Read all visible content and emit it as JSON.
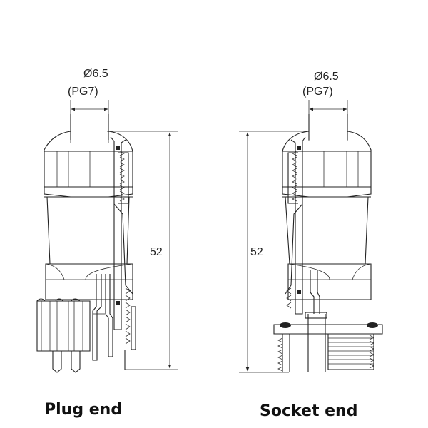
{
  "plug": {
    "diameter_label": "Ø6.5",
    "thread_label": "(PG7)",
    "length_label": "52",
    "caption": "Plug end"
  },
  "socket": {
    "diameter_label": "Ø6.5",
    "thread_label": "(PG7)",
    "length_label": "52",
    "caption": "Socket end"
  },
  "colors": {
    "line": "#222222",
    "background": "#ffffff"
  }
}
